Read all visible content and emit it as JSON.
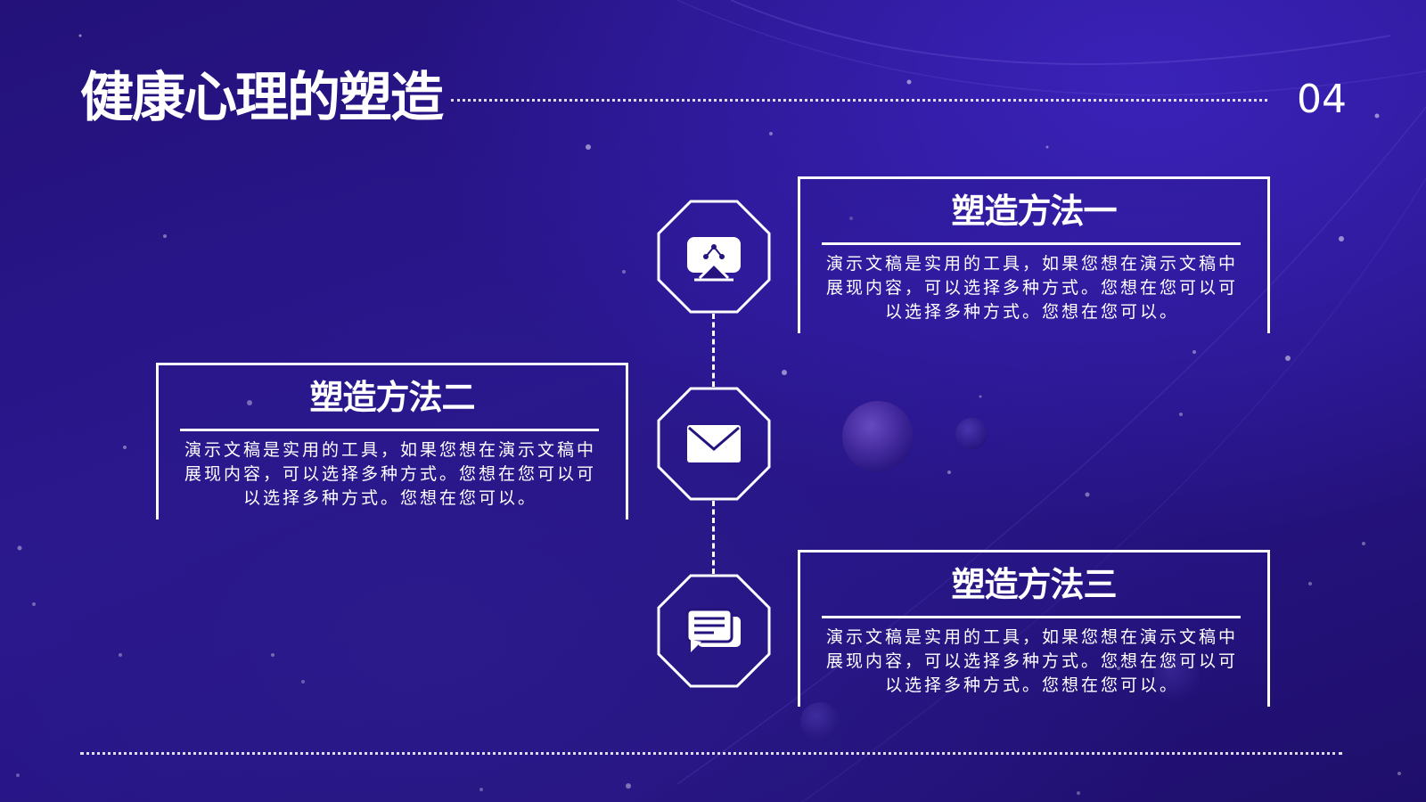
{
  "slide": {
    "title": "健康心理的塑造",
    "page_number": "04"
  },
  "colors": {
    "background": "#26137e",
    "foreground": "#ffffff"
  },
  "steps": [
    {
      "icon": "presentation-screen-icon",
      "card_title": "塑造方法一",
      "card_body": "演示文稿是实用的工具，如果您想在演示文稿中展现内容，可以选择多种方式。您想在您可以可以选择多种方式。您想在您可以。"
    },
    {
      "icon": "envelope-icon",
      "card_title": "塑造方法二",
      "card_body": "演示文稿是实用的工具，如果您想在演示文稿中展现内容，可以选择多种方式。您想在您可以可以选择多种方式。您想在您可以。"
    },
    {
      "icon": "chat-bubbles-icon",
      "card_title": "塑造方法三",
      "card_body": "演示文稿是实用的工具，如果您想在演示文稿中展现内容，可以选择多种方式。您想在您可以可以选择多种方式。您想在您可以。"
    }
  ]
}
